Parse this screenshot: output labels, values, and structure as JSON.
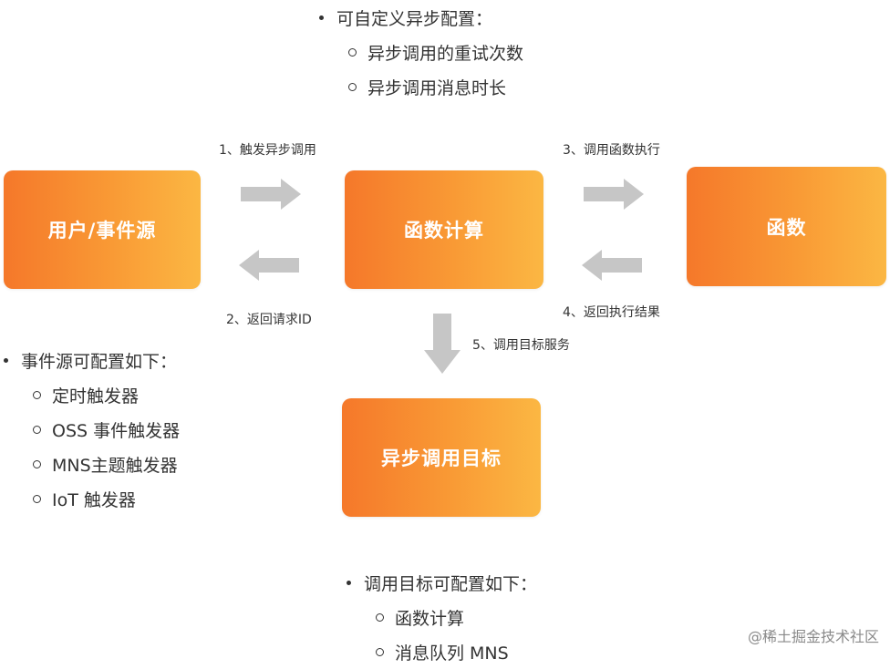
{
  "boxes": {
    "source": "用户/事件源",
    "fc": "函数计算",
    "fn": "函数",
    "target": "异步调用目标"
  },
  "steps": {
    "s1": "1、触发异步调用",
    "s2": "2、返回请求ID",
    "s3": "3、调用函数执行",
    "s4": "4、返回执行结果",
    "s5": "5、调用目标服务"
  },
  "lists": {
    "async_config": {
      "title": "可自定义异步配置：",
      "items": [
        "异步调用的重试次数",
        "异步调用消息时长"
      ]
    },
    "source_config": {
      "title": "事件源可配置如下：",
      "items": [
        "定时触发器",
        "OSS 事件触发器",
        "MNS主题触发器",
        "IoT 触发器"
      ]
    },
    "target_config": {
      "title": "调用目标可配置如下：",
      "items": [
        "函数计算",
        "消息队列 MNS"
      ]
    }
  },
  "watermark": "@稀土掘金技术社区",
  "colors": {
    "box_gradient_start": "#f5782a",
    "box_gradient_end": "#fbb743",
    "arrow": "#c6c6c6",
    "text": "#333333"
  }
}
